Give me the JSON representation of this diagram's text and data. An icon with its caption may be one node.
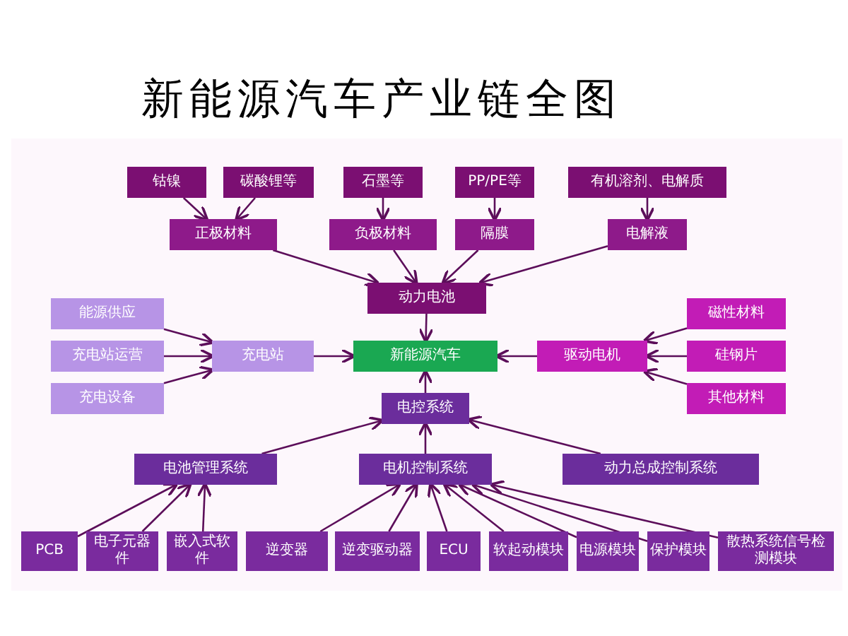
{
  "diagram": {
    "title": "新能源汽车产业链全图",
    "nodes": [
      {
        "text": [
          "钴镍"
        ]
      },
      {
        "text": [
          "碳酸锂等"
        ]
      },
      {
        "text": [
          "石墨等"
        ]
      },
      {
        "text": [
          "PP/PE等"
        ]
      },
      {
        "text": [
          "有机溶剂、电解质"
        ]
      },
      {
        "text": [
          "正极材料"
        ]
      },
      {
        "text": [
          "负极材料"
        ]
      },
      {
        "text": [
          "隔膜"
        ]
      },
      {
        "text": [
          "电解液"
        ]
      },
      {
        "text": [
          "动力电池"
        ]
      },
      {
        "text": [
          "能源供应"
        ]
      },
      {
        "text": [
          "磁性材料"
        ]
      },
      {
        "text": [
          "充电站运营"
        ]
      },
      {
        "text": [
          "充电站"
        ]
      },
      {
        "text": [
          "新能源汽车"
        ]
      },
      {
        "text": [
          "驱动电机"
        ]
      },
      {
        "text": [
          "硅钢片"
        ]
      },
      {
        "text": [
          "充电设备"
        ]
      },
      {
        "text": [
          "其他材料"
        ]
      },
      {
        "text": [
          "电控系统"
        ]
      },
      {
        "text": [
          "电池管理系统"
        ]
      },
      {
        "text": [
          "电机控制系统"
        ]
      },
      {
        "text": [
          "动力总成控制系统"
        ]
      },
      {
        "text": [
          "PCB"
        ]
      },
      {
        "text": [
          "电子元器件"
        ]
      },
      {
        "text": [
          "嵌入式软件"
        ]
      },
      {
        "text": [
          "逆变器"
        ]
      },
      {
        "text": [
          "逆变驱动器"
        ]
      },
      {
        "text": [
          "ECU"
        ]
      },
      {
        "text": [
          "软起动模块"
        ]
      },
      {
        "text": [
          "电源模块"
        ]
      },
      {
        "text": [
          "保护模块"
        ]
      },
      {
        "text": [
          "散热系统信号检测模块"
        ]
      }
    ],
    "edges": [
      {
        "from": 0,
        "to": 5,
        "arrow": "to"
      },
      {
        "from": 1,
        "to": 5,
        "arrow": "to"
      },
      {
        "from": 2,
        "to": 6,
        "arrow": "to"
      },
      {
        "from": 3,
        "to": 7,
        "arrow": "to"
      },
      {
        "from": 4,
        "to": 8,
        "arrow": "to"
      },
      {
        "from": 5,
        "to": 9,
        "arrow": "to"
      },
      {
        "from": 6,
        "to": 9,
        "arrow": "to"
      },
      {
        "from": 7,
        "to": 9,
        "arrow": "to"
      },
      {
        "from": 8,
        "to": 9,
        "arrow": "to"
      },
      {
        "from": 9,
        "to": 14,
        "arrow": "to"
      },
      {
        "from": 10,
        "to": 13,
        "arrow": "to"
      },
      {
        "from": 12,
        "to": 13,
        "arrow": "to"
      },
      {
        "from": 17,
        "to": 13,
        "arrow": "to"
      },
      {
        "from": 13,
        "to": 14,
        "arrow": "to"
      },
      {
        "from": 15,
        "to": 14,
        "arrow": "to"
      },
      {
        "from": 11,
        "to": 15,
        "arrow": "to"
      },
      {
        "from": 16,
        "to": 15,
        "arrow": "to"
      },
      {
        "from": 18,
        "to": 15,
        "arrow": "to"
      },
      {
        "from": 19,
        "to": 14,
        "arrow": "to"
      },
      {
        "from": 20,
        "to": 19,
        "arrow": "to"
      },
      {
        "from": 21,
        "to": 19,
        "arrow": "to"
      },
      {
        "from": 22,
        "to": 19,
        "arrow": "to"
      },
      {
        "from": 23,
        "to": 20,
        "arrow": "to"
      },
      {
        "from": 24,
        "to": 20,
        "arrow": "to"
      },
      {
        "from": 25,
        "to": 20,
        "arrow": "to"
      },
      {
        "from": 26,
        "to": 21,
        "arrow": "to"
      },
      {
        "from": 27,
        "to": 21,
        "arrow": "to"
      },
      {
        "from": 28,
        "to": 21,
        "arrow": "to"
      },
      {
        "from": 29,
        "to": 21,
        "arrow": "to"
      },
      {
        "from": 30,
        "to": 21,
        "arrow": "to"
      },
      {
        "from": 31,
        "to": 21,
        "arrow": "to"
      },
      {
        "from": 32,
        "to": 21,
        "arrow": "to"
      }
    ]
  }
}
